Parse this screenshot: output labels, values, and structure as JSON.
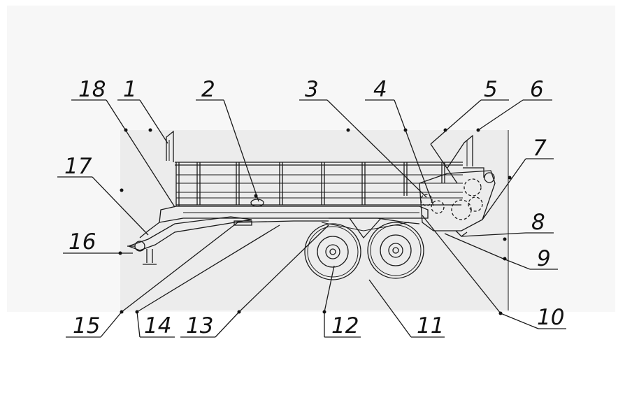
{
  "diagram": {
    "callouts": [
      {
        "id": "c1",
        "label": "1"
      },
      {
        "id": "c2",
        "label": "2"
      },
      {
        "id": "c3",
        "label": "3"
      },
      {
        "id": "c4",
        "label": "4"
      },
      {
        "id": "c5",
        "label": "5"
      },
      {
        "id": "c6",
        "label": "6"
      },
      {
        "id": "c7",
        "label": "7"
      },
      {
        "id": "c8",
        "label": "8"
      },
      {
        "id": "c9",
        "label": "9"
      },
      {
        "id": "c10",
        "label": "10"
      },
      {
        "id": "c11",
        "label": "11"
      },
      {
        "id": "c12",
        "label": "12"
      },
      {
        "id": "c13",
        "label": "13"
      },
      {
        "id": "c14",
        "label": "14"
      },
      {
        "id": "c15",
        "label": "15"
      },
      {
        "id": "c16",
        "label": "16"
      },
      {
        "id": "c17",
        "label": "17"
      },
      {
        "id": "c18",
        "label": "18"
      }
    ],
    "colors": {
      "line": "#1a1a1a",
      "background": "#ffffff",
      "panel": "#ececec"
    }
  }
}
